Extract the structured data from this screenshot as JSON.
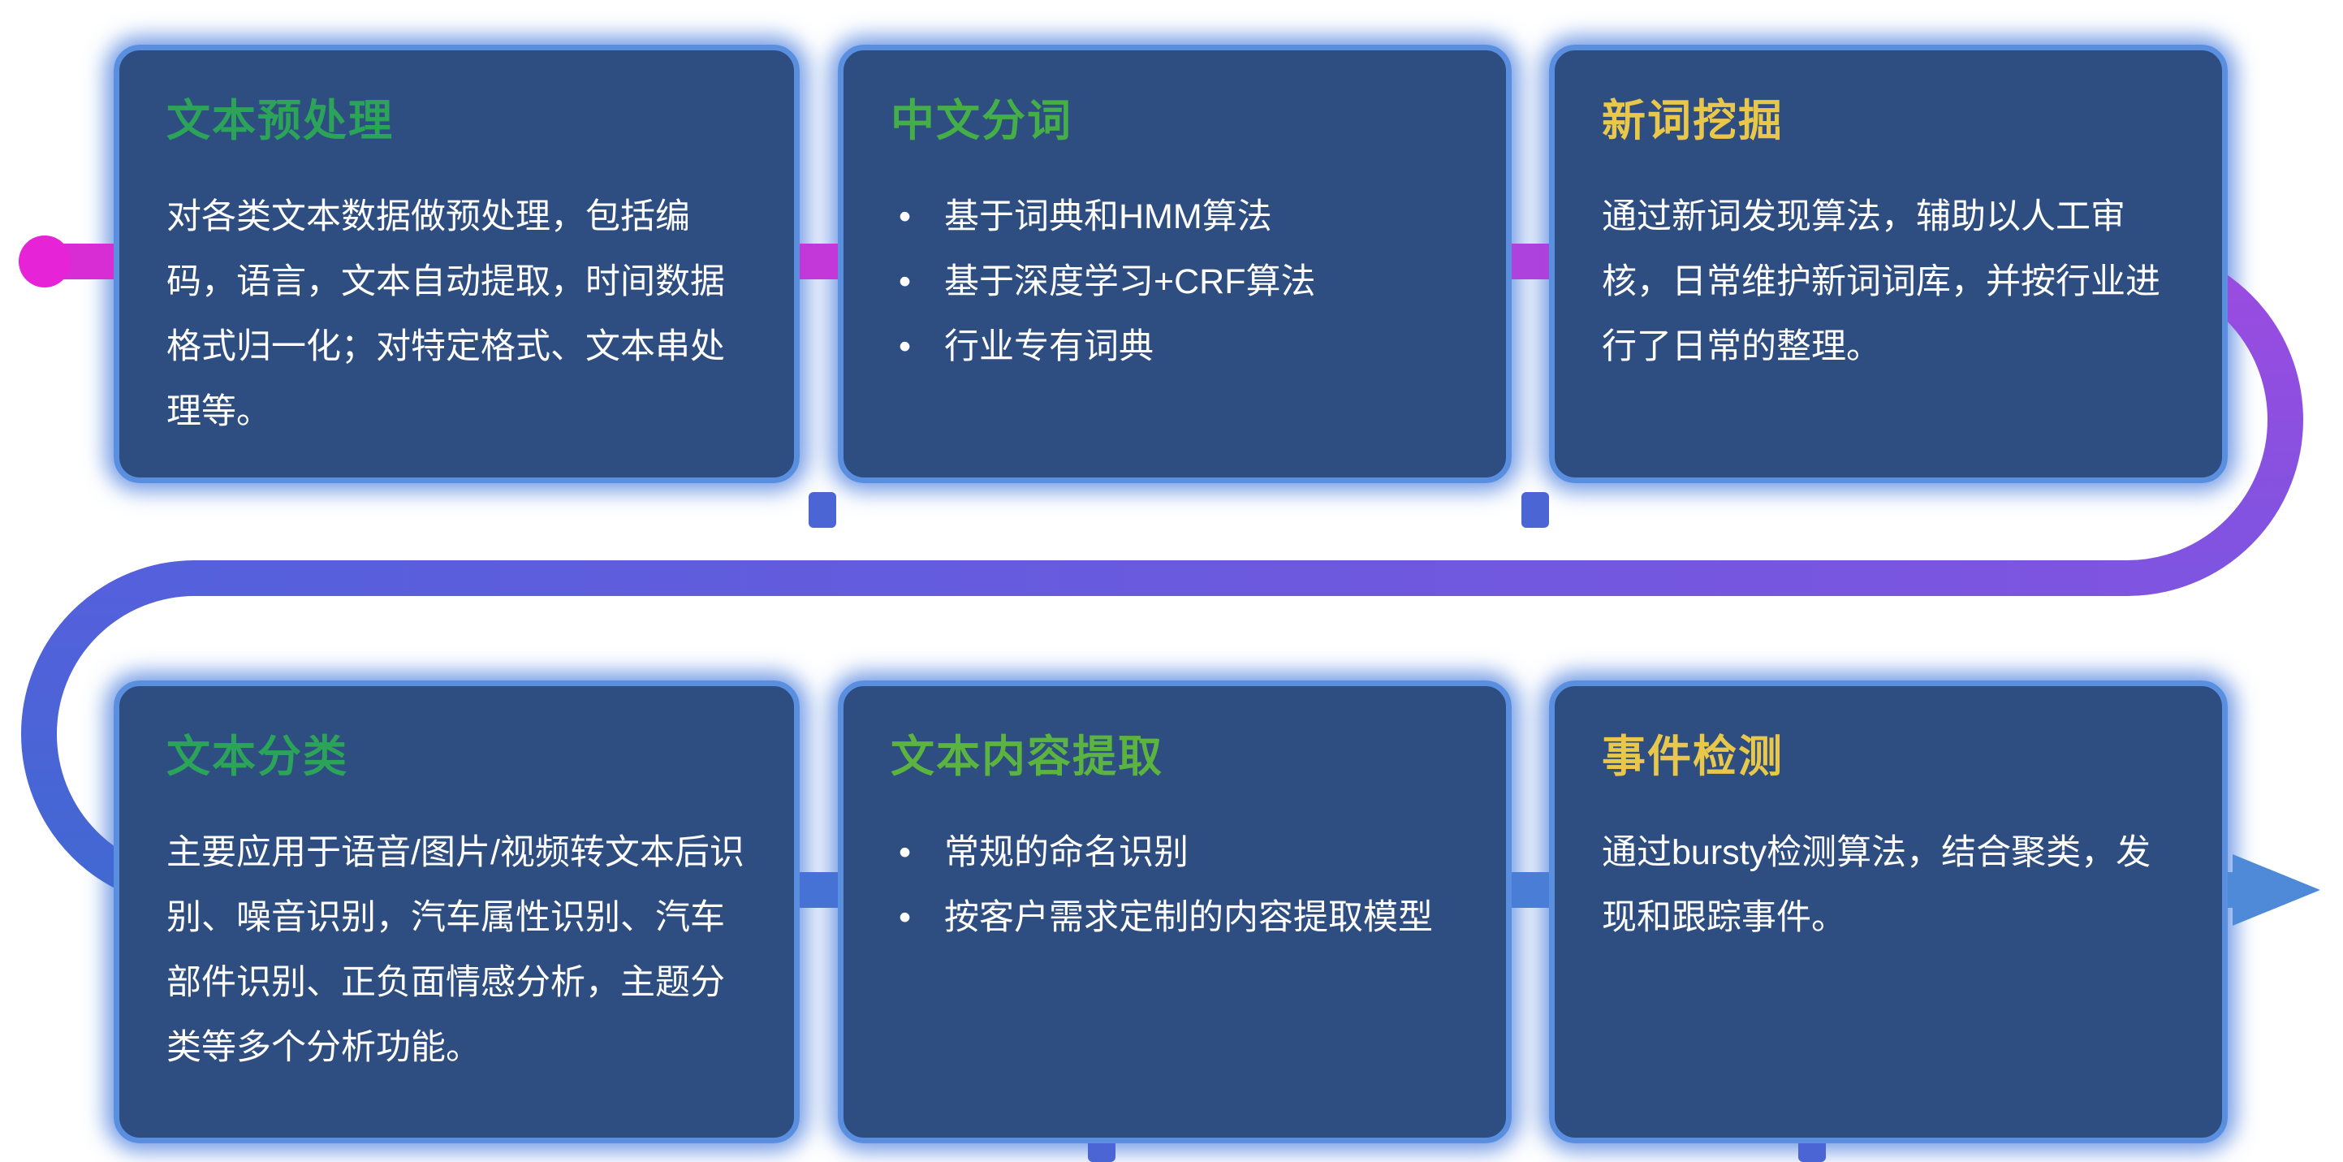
{
  "diagram": {
    "bullet_char": "•",
    "cards": [
      {
        "title": "文本预处理",
        "title_color": "#2ba45a",
        "body": "对各类文本数据做预处理，包括编码，语言，文本自动提取，时间数据格式归一化；对特定格式、文本串处理等。"
      },
      {
        "title": "中文分词",
        "title_color": "#44ae49",
        "bullets": [
          "基于词典和HMM算法",
          "基于深度学习+CRF算法",
          "行业专有词典"
        ]
      },
      {
        "title": "新词挖掘",
        "title_color": "#e8c74b",
        "body": "通过新词发现算法，辅助以人工审核，日常维护新词词库，并按行业进行了日常的整理。"
      },
      {
        "title": "文本分类",
        "title_color": "#2ba45a",
        "body": "主要应用于语音/图片/视频转文本后识别、噪音识别，汽车属性识别、汽车部件识别、正负面情感分析，主题分类等多个分析功能。"
      },
      {
        "title": "文本内容提取",
        "title_color": "#5cb440",
        "bullets": [
          "常规的命名识别",
          "按客户需求定制的内容提取模型"
        ]
      },
      {
        "title": "事件检测",
        "title_color": "#e8c74b",
        "body": "通过bursty检测算法，结合聚类，发现和跟踪事件。"
      }
    ],
    "flow": {
      "start_dot_color": "#e623d6",
      "magenta": "#d92cd4",
      "purple": "#9b4be0",
      "violet": "#7e54e0",
      "blue_violet": "#5560dc",
      "blue": "#4168d2",
      "light_blue": "#4f8ad8",
      "arrow_color": "#4f8ad8",
      "tab_color": "#4b66d4"
    },
    "card_style": {
      "background": "#2e4d80",
      "border": "#5a8fe0",
      "glow": "#4d80de"
    }
  }
}
